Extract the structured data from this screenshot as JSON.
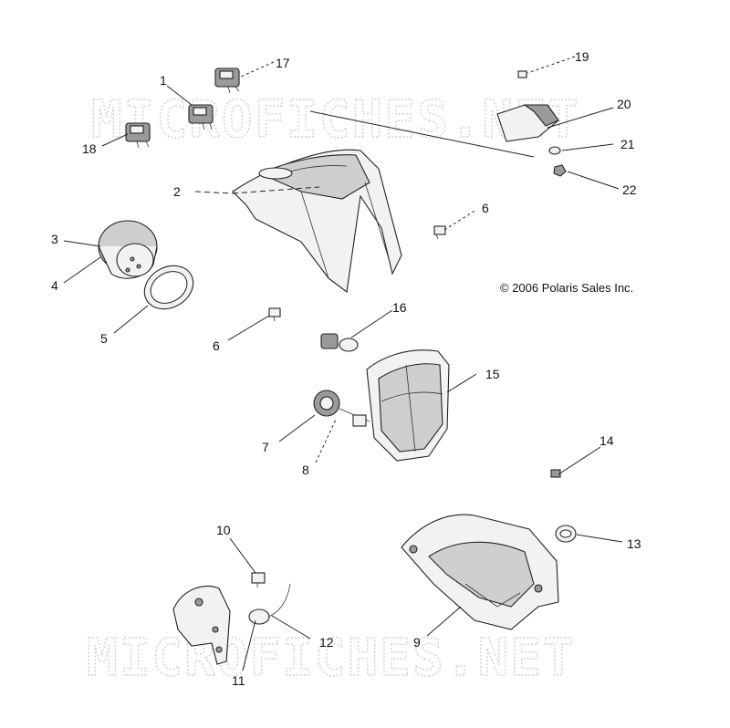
{
  "watermark_text": "MICROFICHES.NET",
  "copyright": "© 2006 Polaris Sales Inc.",
  "callouts": [
    "1",
    "2",
    "3",
    "4",
    "5",
    "6",
    "6",
    "7",
    "8",
    "9",
    "10",
    "11",
    "12",
    "13",
    "14",
    "15",
    "16",
    "17",
    "18",
    "19",
    "20",
    "21",
    "22"
  ]
}
